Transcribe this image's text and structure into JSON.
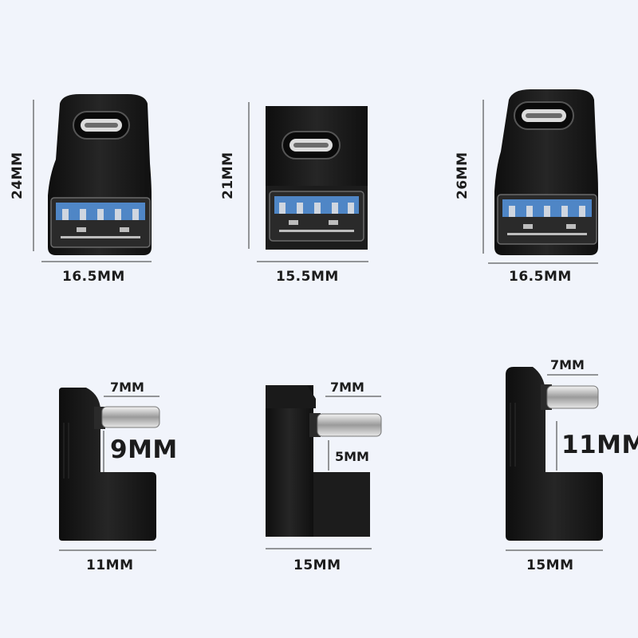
{
  "top_row": [
    {
      "height": "24MM",
      "width": "16.5MM"
    },
    {
      "height": "21MM",
      "width": "15.5MM"
    },
    {
      "height": "26MM",
      "width": "16.5MM"
    }
  ],
  "bottom_row": [
    {
      "plug_length": "7MM",
      "plug_offset": "9MM",
      "depth": "11MM"
    },
    {
      "plug_length": "7MM",
      "plug_offset": "5MM",
      "depth": "15MM"
    },
    {
      "plug_length": "7MM",
      "plug_offset": "11MM",
      "depth": "15MM"
    }
  ],
  "colors": {
    "background": "#f1f4fb",
    "adapter_body": "#1b1b1b",
    "usb_tongue_blue": "#4f86c6",
    "dimension_line": "#333333"
  }
}
